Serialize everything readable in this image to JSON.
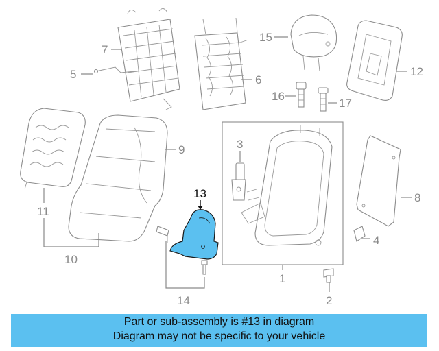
{
  "diagram": {
    "callouts": {
      "c1": "1",
      "c2": "2",
      "c3": "3",
      "c4": "4",
      "c5": "5",
      "c6": "6",
      "c7": "7",
      "c8": "8",
      "c9": "9",
      "c10": "10",
      "c11": "11",
      "c12": "12",
      "c13": "13",
      "c14": "14",
      "c15": "15",
      "c16": "16",
      "c17": "17"
    },
    "highlighted_part": "13",
    "highlight_color": "#5bc0f0",
    "line_color": "#8c8c8c"
  },
  "banner": {
    "line1": "Part or sub-assembly is #13 in diagram",
    "line2": "Diagram may not be specific to your vehicle",
    "background": "#5bc0f0"
  }
}
